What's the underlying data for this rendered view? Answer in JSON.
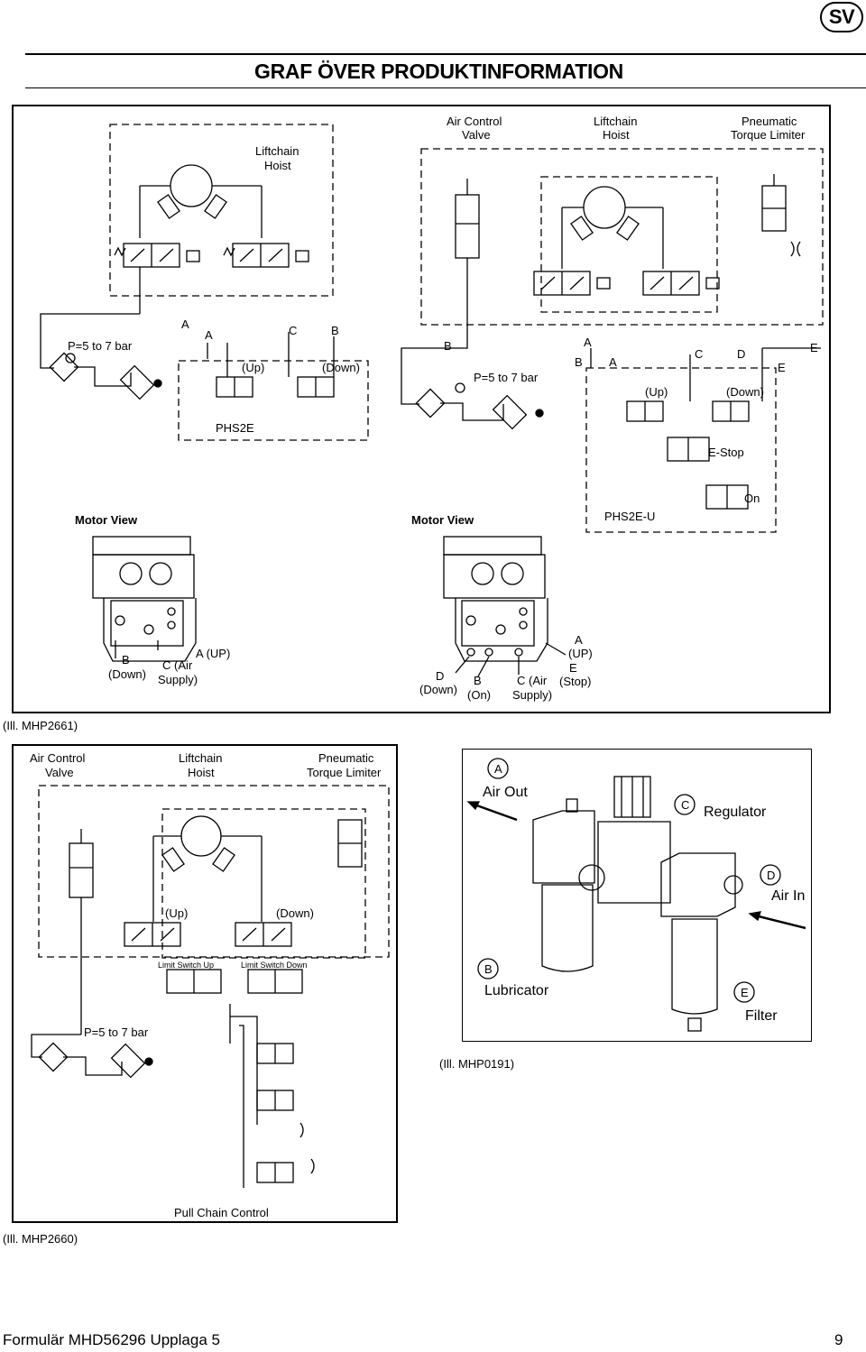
{
  "header": {
    "lang_badge": "SV",
    "title": "GRAF ÖVER PRODUKTINFORMATION"
  },
  "figure1": {
    "left": {
      "hoist_label_1": "Liftchain",
      "hoist_label_2": "Hoist",
      "pressure": "P=5 to 7 bar",
      "port_a_1": "A",
      "port_a_2": "A",
      "port_c": "C",
      "port_b": "B",
      "up": "(Up)",
      "down": "(Down)",
      "model": "PHS2E"
    },
    "right": {
      "acv_1": "Air Control",
      "acv_2": "Valve",
      "hoist_1": "Liftchain",
      "hoist_2": "Hoist",
      "ptl_1": "Pneumatic",
      "ptl_2": "Torque Limiter",
      "port_b_top": "B",
      "pressure": "P=5 to 7 bar",
      "port_a_1": "A",
      "port_b": "B",
      "port_a_2": "A",
      "port_c": "C",
      "port_d": "D",
      "port_e_1": "E",
      "port_e_2": "E",
      "up": "(Up)",
      "down": "(Down)",
      "estop": "E-Stop",
      "on": "On",
      "model": "PHS2E-U"
    },
    "motor_view_left": {
      "title": "Motor View",
      "b": "B",
      "b_sub": "(Down)",
      "c": "C (Air",
      "c_sub": "Supply)",
      "a": "A (UP)"
    },
    "motor_view_right": {
      "title": "Motor View",
      "a": "A",
      "a_sub": "(UP)",
      "e": "E",
      "e_sub": "(Stop)",
      "d": "D",
      "d_sub": "(Down)",
      "b": "B",
      "b_sub": "(On)",
      "c": "C (Air",
      "c_sub": "Supply)"
    },
    "caption": "(Ill. MHP2661)"
  },
  "figure2": {
    "acv_1": "Air Control",
    "acv_2": "Valve",
    "hoist_1": "Liftchain",
    "hoist_2": "Hoist",
    "ptl_1": "Pneumatic",
    "ptl_2": "Torque Limiter",
    "up": "(Up)",
    "down": "(Down)",
    "ls_up": "Limit Switch Up",
    "ls_down": "Limit Switch Down",
    "pressure": "P=5 to 7 bar",
    "pull_chain": "Pull Chain Control",
    "caption": "(Ill. MHP2660)"
  },
  "figure3": {
    "a": "A",
    "a_label": "Air Out",
    "c": "C",
    "c_label": "Regulator",
    "d": "D",
    "d_label": "Air In",
    "b": "B",
    "b_label": "Lubricator",
    "e": "E",
    "e_label": "Filter",
    "caption": "(Ill. MHP0191)"
  },
  "footer": {
    "form": "Formulär MHD56296  Upplaga 5",
    "page": "9"
  }
}
